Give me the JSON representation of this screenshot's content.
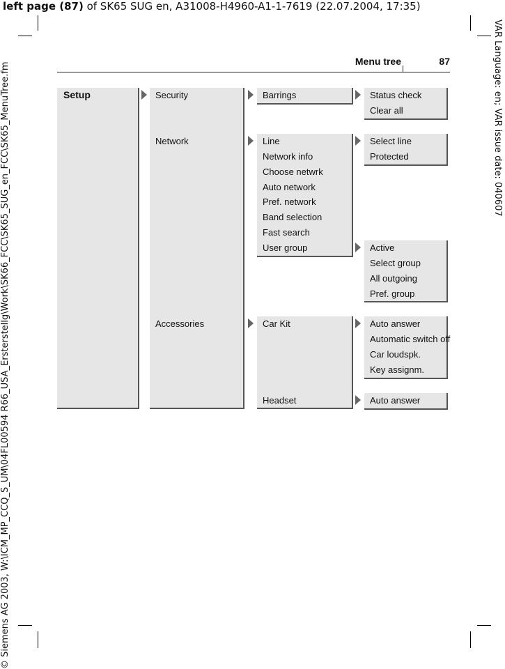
{
  "header_meta": {
    "left_bold": "left page (87)",
    "left_rest": " of SK65 SUG en, A31008-H4960-A1-1-7619 (22.07.2004, 17:35)",
    "right_vertical": "VAR Language: en; VAR issue date: 040607",
    "left_vertical": "© Siemens AG 2003, W:\\ICM_MP_CCQ_S_UM\\04FL00594 R66_USA_Ersterstellg\\Work\\SK66_FCC\\SK65_SUG_en_FCC\\SK65_MenuTree.fm"
  },
  "page": {
    "section_title": "Menu tree",
    "page_number": "87"
  },
  "menu": {
    "root": "Setup",
    "level1": [
      "Security",
      "Network",
      "Accessories"
    ],
    "security": {
      "level2": [
        "Barrings"
      ],
      "barrings_sub": [
        "Status check",
        "Clear all"
      ]
    },
    "network": {
      "level2": [
        "Line",
        "Network info",
        "Choose netwrk",
        "Auto network",
        "Pref. network",
        "Band selection",
        "Fast search",
        "User group"
      ],
      "line_sub": [
        "Select line",
        "Protected"
      ],
      "user_group_sub": [
        "Active",
        "Select group",
        "All outgoing",
        "Pref. group"
      ]
    },
    "accessories": {
      "level2": [
        "Car Kit",
        "Headset"
      ],
      "car_kit_sub": [
        "Auto answer",
        "Automatic switch off",
        "Car loudspk.",
        "Key assignm."
      ],
      "headset_sub": [
        "Auto answer"
      ]
    }
  }
}
